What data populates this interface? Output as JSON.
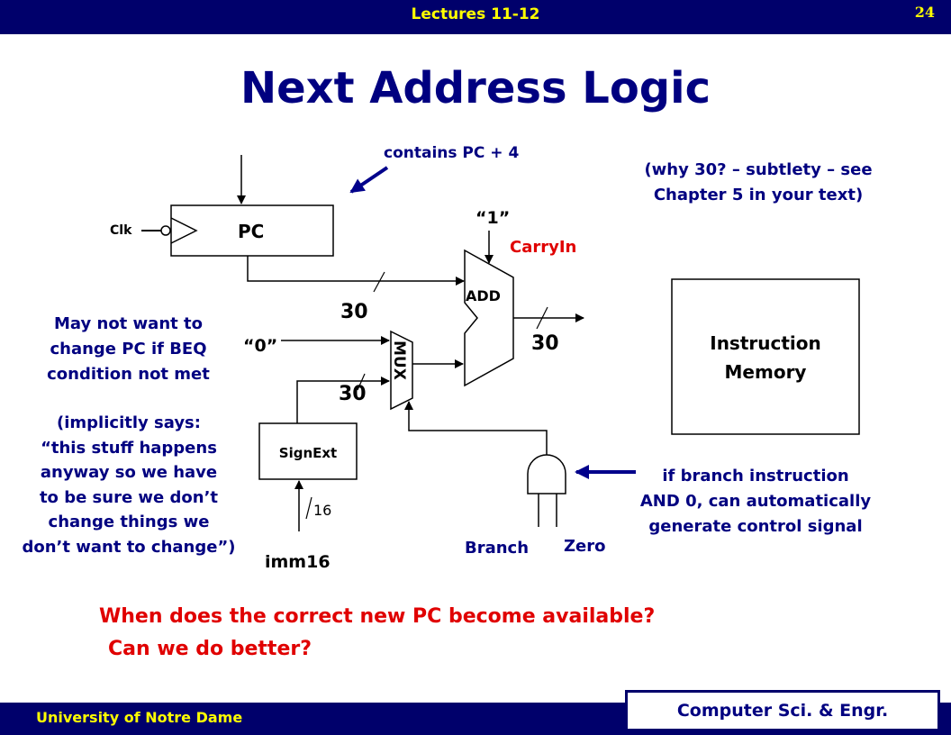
{
  "header": {
    "title": "Lectures 11-12",
    "page": "24"
  },
  "slide": {
    "title": "Next Address Logic"
  },
  "diagram": {
    "pc_label": "PC",
    "clk_label": "Clk",
    "add_label": "ADD",
    "mux_label": "MUX",
    "signext_label": "SignExt",
    "imem_line1": "Instruction",
    "imem_line2": "Memory",
    "one_label": "“1”",
    "zero_label": "“0”",
    "carryin_label": "CarryIn",
    "width_30_a": "30",
    "width_30_b": "30",
    "width_30_c": "30",
    "width_16": "16",
    "imm16_label": "imm16",
    "branch_label": "Branch",
    "zero_signal_label": "Zero"
  },
  "annotations": {
    "contains_pc": "contains PC + 4",
    "why30": [
      "(why 30? – subtlety – see",
      "Chapter 5 in your text)"
    ],
    "may_not": [
      "May not want to",
      "change PC if BEQ",
      "condition not met"
    ],
    "implicitly": [
      "(implicitly says:",
      "“this stuff happens",
      "anyway so we have",
      "to be sure we don’t",
      "change things we",
      "don’t want to change”)"
    ],
    "branch_and": [
      "if branch instruction",
      "AND 0, can automatically",
      "generate control signal"
    ],
    "question1": "When does the correct new PC become available?",
    "question2": "Can we do better?"
  },
  "footer": {
    "left": "University of Notre Dame",
    "right": "Computer Sci. & Engr."
  },
  "colors": {
    "header_bg": "#00006b",
    "header_text": "#ffff00",
    "title": "#000080",
    "annotation_blue": "#000080",
    "annotation_red": "#e00000"
  }
}
